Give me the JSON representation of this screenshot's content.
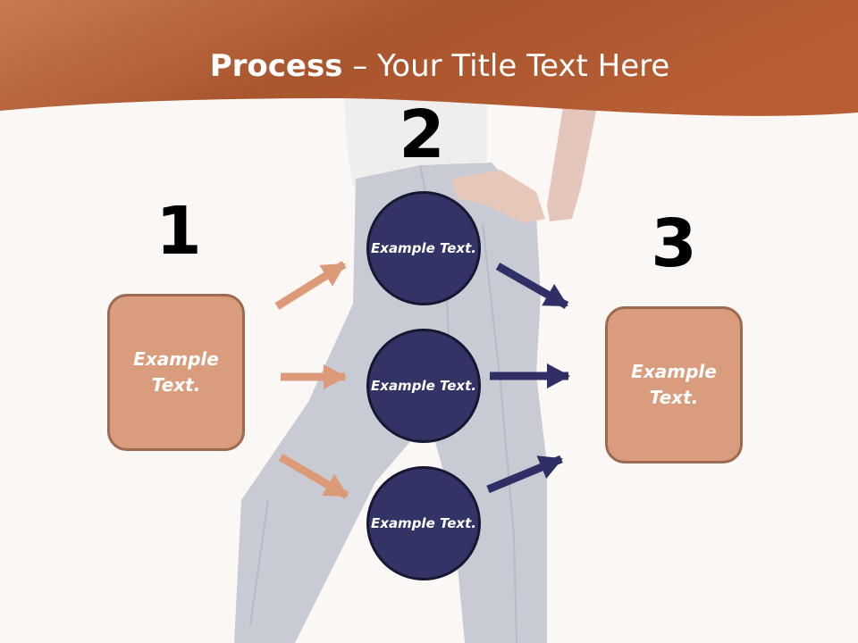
{
  "title": {
    "bold": "Process",
    "rest": " – Your Title Text Here"
  },
  "colors": {
    "header": "#c06a3c",
    "box_fill": "#d99c7c",
    "box_border": "#9c6a50",
    "circle_fill": "#343366",
    "arrow_light": "#dc9a78",
    "arrow_dark": "#2f2f66"
  },
  "steps": [
    {
      "number": "1",
      "label": "Example Text."
    },
    {
      "number": "2",
      "circles": [
        "Example Text.",
        "Example Text.",
        "Example Text."
      ]
    },
    {
      "number": "3",
      "label": "Example Text."
    }
  ]
}
